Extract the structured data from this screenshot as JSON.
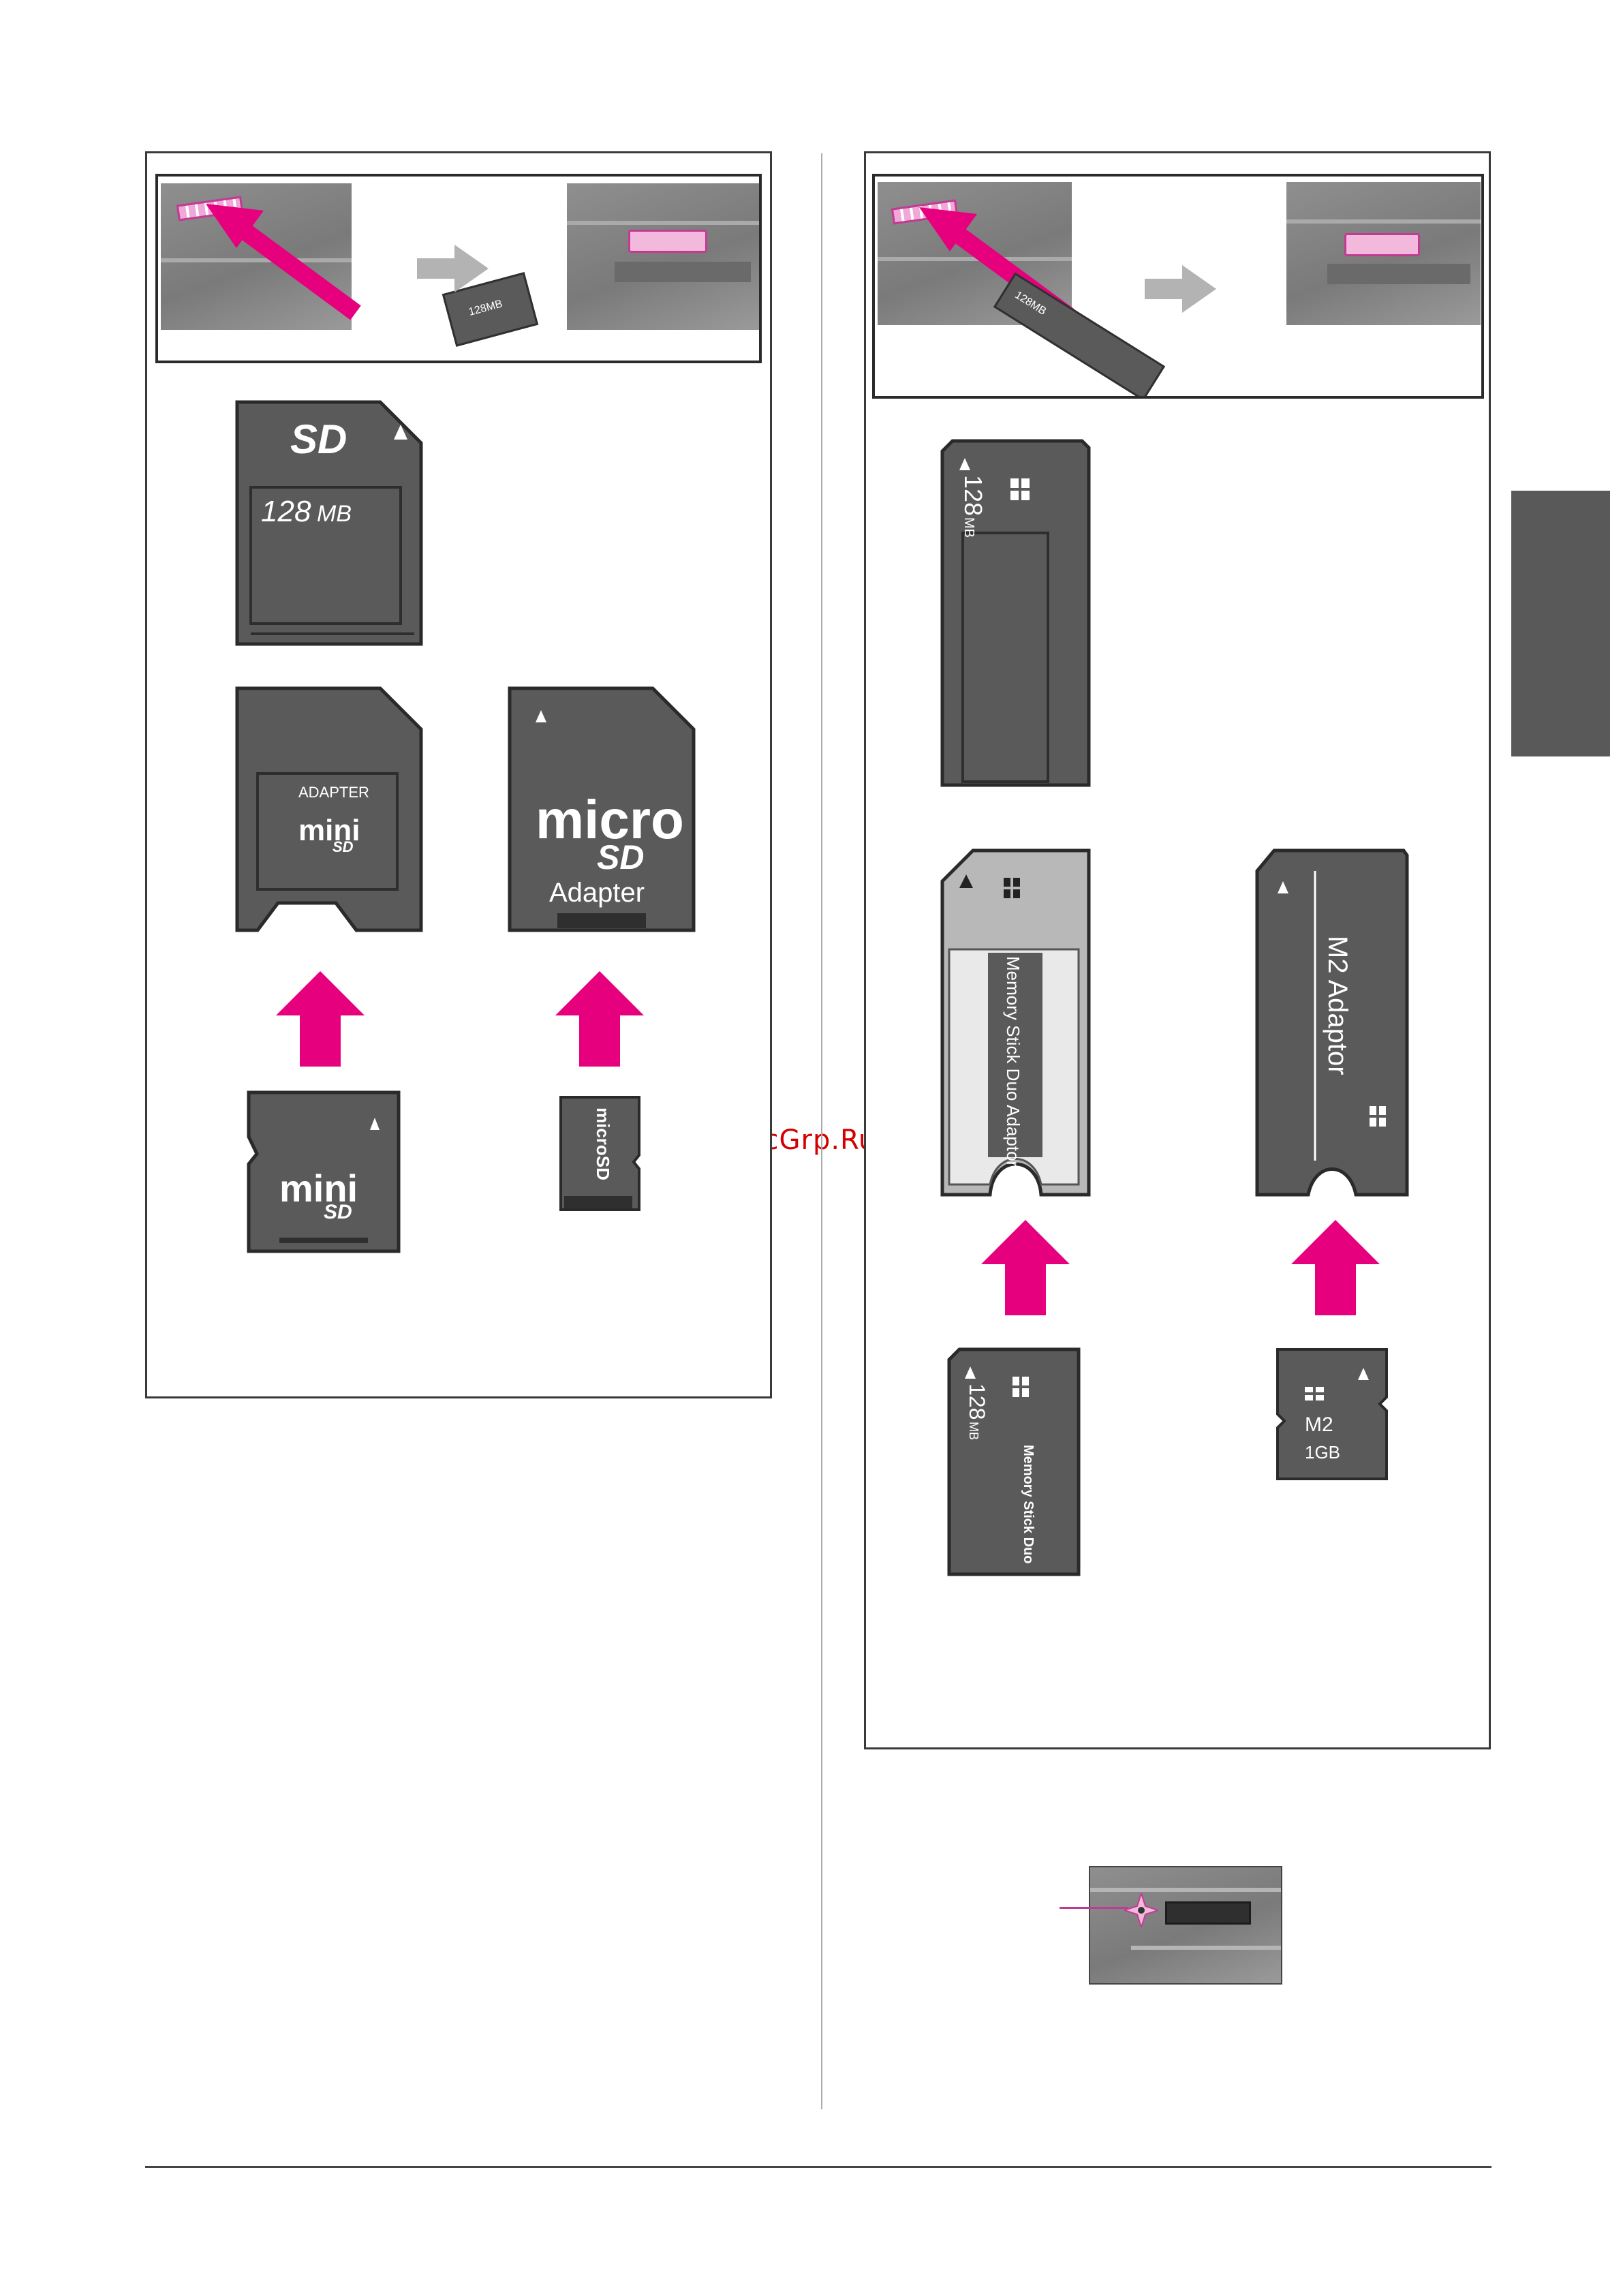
{
  "watermark": "McGrp.Ru",
  "left_panel": {
    "sd_card": {
      "logo": "SD",
      "capacity_number": "128",
      "capacity_unit": "MB",
      "mini_capacity": "128MB"
    },
    "minisd_adapter": {
      "top_label": "ADAPTER",
      "logo_top": "mini",
      "logo_bottom": "SD"
    },
    "microsd_adapter": {
      "logo_top": "micro",
      "logo_bottom": "SD",
      "label": "Adapter"
    },
    "minisd_card": {
      "logo_top": "mini",
      "logo_bottom": "SD"
    },
    "microsd_card": {
      "logo": "microSD"
    }
  },
  "right_panel": {
    "memory_stick": {
      "capacity_number": "128",
      "capacity_unit": "MB",
      "insert_label": "128MB"
    },
    "ms_duo_adaptor": {
      "label": "Memory Stick Duo Adaptor"
    },
    "m2_adaptor": {
      "label": "M2 Adaptor"
    },
    "ms_duo_card": {
      "capacity_number": "128",
      "capacity_unit": "MB",
      "name": "Memory Stick Duo"
    },
    "m2_card": {
      "name": "M2",
      "capacity": "1GB"
    }
  },
  "colors": {
    "accent_pink": "#e6007e",
    "card_grey": "#5a5a5a",
    "arrow_grey": "#b3b3b3"
  }
}
